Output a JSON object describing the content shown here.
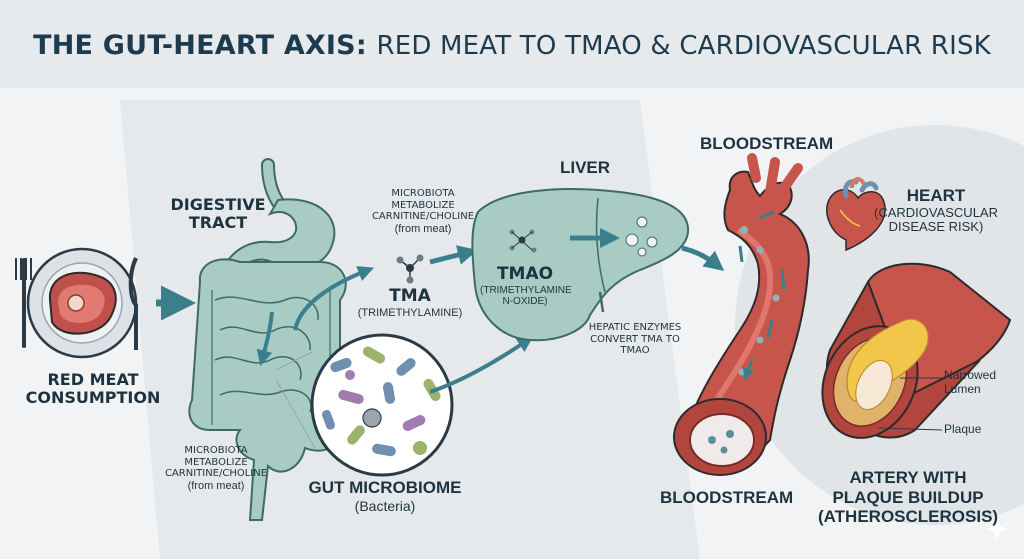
{
  "title": {
    "bold": "THE GUT-HEART AXIS:",
    "rest": "RED MEAT TO TMAO & CARDIOVASCULAR RISK"
  },
  "labels": {
    "red_meat": "RED MEAT\nCONSUMPTION",
    "digestive_tract": "DIGESTIVE\nTRACT",
    "microbiota_top": {
      "line1": "MICROBIOTA\nMETABOLIZE\nCARNITINE/CHOLINE",
      "line2": "(from meat)"
    },
    "tma": {
      "name": "TMA",
      "full": "(TRIMETHYLAMINE)"
    },
    "microbiota_bottom": {
      "line1": "MICROBIOTA\nMETABOLIZE\nCARNITINE/CHOLINE",
      "line2": "(from meat)"
    },
    "gut_microbiome": {
      "name": "GUT MICROBIOME",
      "sub": "(Bacteria)"
    },
    "liver": "LIVER",
    "tmao": {
      "name": "TMAO",
      "full": "(TRIMETHYLAMINE\nN-OXIDE)"
    },
    "hepatic": "HEPATIC ENZYMES\nCONVERT TMA TO\nTMAO",
    "bloodstream_top": "BLOODSTREAM",
    "bloodstream_bottom": "BLOODSTREAM",
    "heart": {
      "name": "HEART",
      "sub": "(CARDIOVASCULAR\nDISEASE RISK)"
    },
    "narrowed_lumen": "Narrowed\nLumen",
    "plaque": "Plaque",
    "artery": "ARTERY WITH\nPLAQUE BUILDUP\n(ATHEROSCLEROSIS)"
  },
  "colors": {
    "title": "#1d3b4f",
    "text": "#1e3340",
    "organ_teal": "#a8ccc4",
    "organ_outline": "#3e6a66",
    "arrow": "#3c7f8c",
    "vessel_red": "#c8554c",
    "plaque_yellow": "#f2c64a"
  }
}
